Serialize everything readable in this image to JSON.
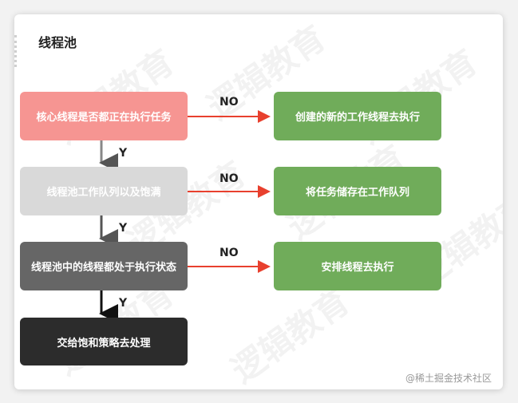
{
  "title": "线程池",
  "watermark_text": "逻辑教育",
  "watermark": "@稀土掘金技术社区",
  "left_boxes": [
    "核心线程是否都正在执行任务",
    "线程池工作队列以及饱满",
    "线程池中的线程都处于执行状态",
    "交给饱和策略去处理"
  ],
  "right_boxes": [
    "创建的新的工作线程去执行",
    "将任务储存在工作队列",
    "安排线程去执行"
  ],
  "no_label": "NO",
  "yes_label": "Y",
  "colors": {
    "box1": "#f69592",
    "box2": "#d9d9d9",
    "box3": "#666666",
    "box4": "#2c2c2c",
    "green": "#70ac5a",
    "arrow_red": "#e8402e",
    "arrow_dark": "#444444"
  }
}
